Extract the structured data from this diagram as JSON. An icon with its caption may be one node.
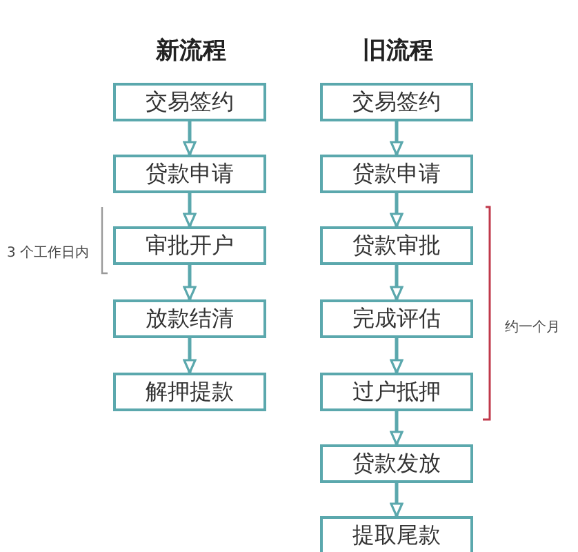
{
  "diagram": {
    "nodes": [
      {
        "text": [
          "交易签约"
        ]
      },
      {
        "text": [
          "贷款申请"
        ]
      },
      {
        "text": [
          "审批开户"
        ]
      },
      {
        "text": [
          "放款结清"
        ]
      },
      {
        "text": [
          "解押提款"
        ]
      },
      {
        "text": [
          "交易签约"
        ]
      },
      {
        "text": [
          "贷款申请"
        ]
      },
      {
        "text": [
          "贷款审批"
        ]
      },
      {
        "text": [
          "完成评估"
        ]
      },
      {
        "text": [
          "过户抵押"
        ]
      },
      {
        "text": [
          "贷款发放"
        ]
      },
      {
        "text": [
          "提取尾款"
        ]
      }
    ],
    "edges": [
      {
        "from": 0,
        "to": 1,
        "arrow": "to"
      },
      {
        "from": 1,
        "to": 2,
        "arrow": "to"
      },
      {
        "from": 2,
        "to": 3,
        "arrow": "to"
      },
      {
        "from": 3,
        "to": 4,
        "arrow": "to"
      },
      {
        "from": 5,
        "to": 6,
        "arrow": "to"
      },
      {
        "from": 6,
        "to": 7,
        "arrow": "to"
      },
      {
        "from": 7,
        "to": 8,
        "arrow": "to"
      },
      {
        "from": 8,
        "to": 9,
        "arrow": "to"
      },
      {
        "from": 9,
        "to": 10,
        "arrow": "to"
      },
      {
        "from": 10,
        "to": 11,
        "arrow": "to"
      }
    ],
    "labels": [
      "新流程",
      "旧流程",
      "3 个工作日内",
      "约一个月"
    ]
  }
}
